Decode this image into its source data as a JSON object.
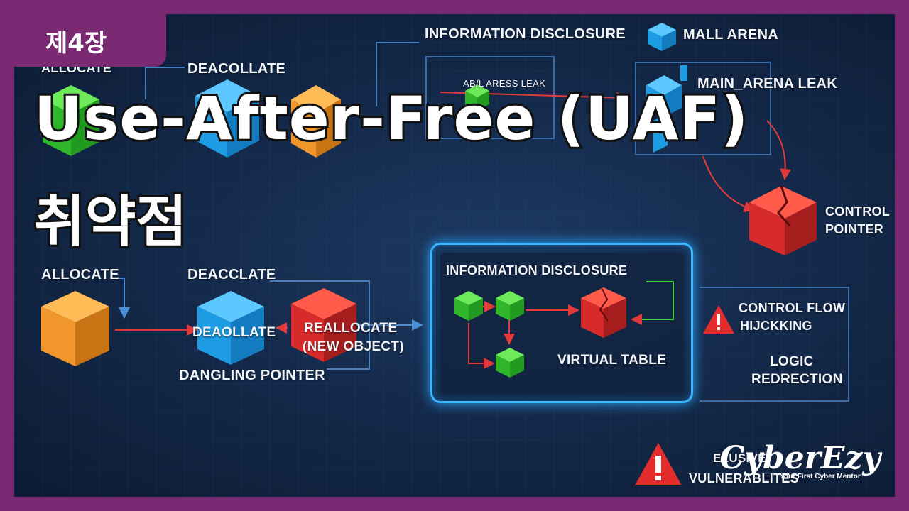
{
  "chapter_tag": "제4장",
  "title": {
    "line1": "Use-After-Free (UAF)",
    "line2": "취약점"
  },
  "diagram_top": {
    "allocate": "ALLOCATE",
    "deallocate": "DEACOLLATE",
    "info_disclosure": "INFORMATION DISCLOSURE",
    "leak_label": "AB/L ARESS LEAK",
    "mall_arena": "MALL ARENA",
    "main_arena_leak": "MAIN_ARENA LEAK",
    "control_pointer": "CONTROL POINTER"
  },
  "diagram_bottom": {
    "allocate": "ALLOCATE",
    "deallocate_top": "DEACCLATE",
    "deallocate_cube": "DEAOLLATE",
    "reallocate": "REALLOCATE",
    "new_object": "(NEW OBJECT)",
    "dangling_pointer": "DANGLING POINTER",
    "info_disclosure": "INFORMATION DISCLOSURE",
    "virtual_table": "VIRTUAL TABLE",
    "control_flow": "CONTROL FLOW",
    "hijacking": "HIJCKKING",
    "logic": "LOGIC",
    "redirection": "REDRECTION",
    "elusive": "ELUSIVE",
    "vulnerabilities": "VULNERABLITES"
  },
  "brand": {
    "name": "CyberEzy",
    "tagline": "Your First Cyber Mentor"
  },
  "colors": {
    "frame": "#7a2a72",
    "green": "#3fd13a",
    "blue": "#22a9ef",
    "orange": "#f39a2b",
    "red": "#e12f2f",
    "panel_glow": "#39b6ff"
  }
}
